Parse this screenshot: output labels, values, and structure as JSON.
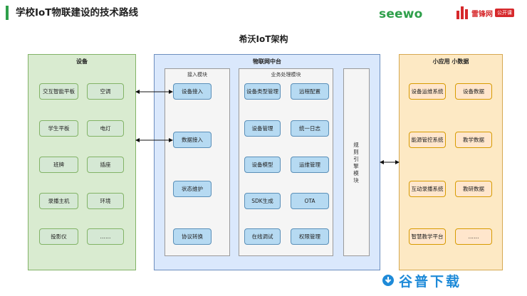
{
  "header": {
    "title": "学校IoT物联建设的技术路线",
    "brand_seewo": "seewo",
    "brand_lfw": "雷锋网",
    "brand_lfw_badge": "公开课"
  },
  "diagram": {
    "title": "希沃IoT架构",
    "devices": {
      "title": "设备",
      "items": [
        "交互智能平板",
        "空调",
        "学生平板",
        "电灯",
        "班牌",
        "插座",
        "录播主机",
        "环境",
        "投影仪",
        "……"
      ]
    },
    "platform": {
      "title": "物联网中台",
      "access": {
        "title": "接入模块",
        "items": [
          "设备接入",
          "数据接入",
          "状态维护",
          "协议转换"
        ]
      },
      "business": {
        "title": "业务处理模块",
        "items": [
          "设备类型管理",
          "远程配置",
          "设备管理",
          "统一日志",
          "设备模型",
          "运维管理",
          "SDK生成",
          "OTA",
          "在线调试",
          "权限管理"
        ]
      },
      "rules": {
        "label_chars": [
          "规",
          "则",
          "引",
          "擎",
          "模",
          "块"
        ]
      }
    },
    "apps": {
      "title": "小应用 小数据",
      "items": [
        "设备运维系统",
        "设备数据",
        "能源管控系统",
        "教学数据",
        "互动录播系统",
        "教研数据",
        "智慧教学平台",
        "……"
      ]
    }
  },
  "watermark": {
    "text": "谷普下载"
  },
  "colors": {
    "accent_green": "#2e9f4a",
    "device_panel": "#d9ebd0",
    "platform_panel": "#dae8fc",
    "apps_panel": "#fde9c4",
    "brand_red": "#d6282b",
    "watermark_blue": "#1e8ad8"
  }
}
